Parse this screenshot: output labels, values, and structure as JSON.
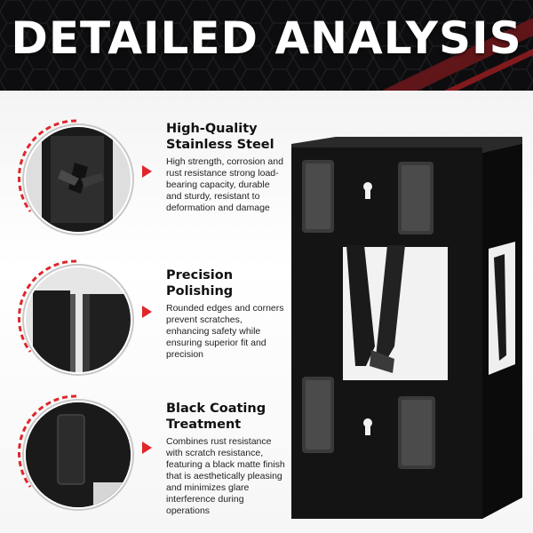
{
  "banner": {
    "title": "DETAILED ANALYSIS"
  },
  "colors": {
    "accent": "#e0262a",
    "banner_bg": "#0d0d0f",
    "text": "#111111",
    "product": "#111111"
  },
  "features": [
    {
      "title_line1": "High-Quality",
      "title_line2": "Stainless Steel",
      "desc": "High strength, corrosion and rust resistance strong load-bearing capacity, durable and sturdy, resistant to deformation and damage",
      "icon": "right-arrow-icon"
    },
    {
      "title_line1": "Precision",
      "title_line2": "Polishing",
      "desc": "Rounded edges and corners prevent scratches, enhancing safety while ensuring superior fit and precision",
      "icon": "right-arrow-icon"
    },
    {
      "title_line1": "Black Coating",
      "title_line2": "Treatment",
      "desc": "Combines rust resistance with scratch resistance, featuring a black matte finish that is aesthetically pleasing and minimizes glare interference during operations",
      "icon": "right-arrow-icon"
    }
  ]
}
